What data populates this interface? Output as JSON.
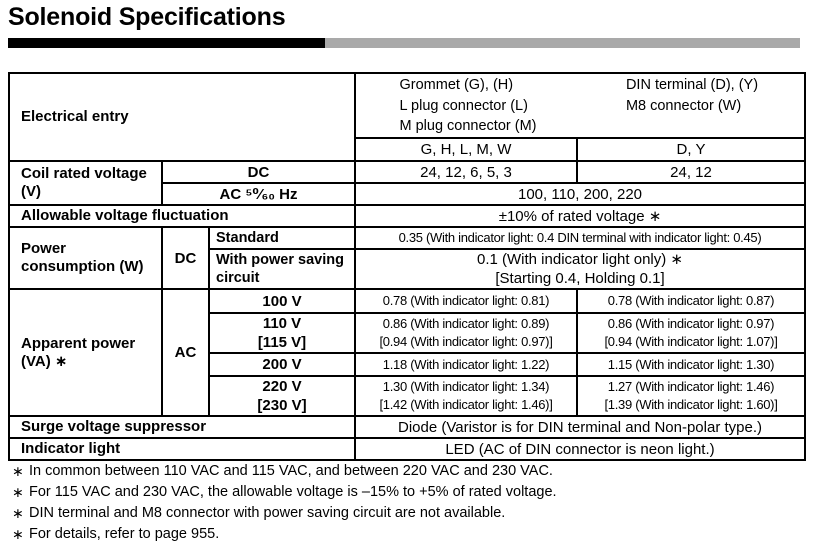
{
  "title": "Solenoid Specifications",
  "title_rule": {
    "black": "#000000",
    "gray": "#a9a9a9"
  },
  "table": {
    "electrical_entry": {
      "label": "Electrical entry",
      "group_a_lines": [
        "Grommet (G), (H)",
        "L plug connector (L)",
        "M plug connector (M)"
      ],
      "group_b_lines": [
        "DIN terminal (D), (Y)",
        "M8 connector (W)"
      ],
      "codes_a": "G, H, L, M, W",
      "codes_b": "D, Y"
    },
    "coil_rated_voltage": {
      "label": "Coil rated voltage (V)",
      "dc": {
        "label": "DC",
        "value_a": "24, 12, 6, 5, 3",
        "value_b": "24, 12"
      },
      "ac": {
        "label": "AC ⁵⁰⁄₆₀ Hz",
        "value": "100, 110, 200, 220"
      }
    },
    "allowable_voltage_fluctuation": {
      "label": "Allowable voltage fluctuation",
      "value": "±10% of rated voltage ∗"
    },
    "power_consumption": {
      "label": "Power consumption (W)",
      "group": "DC",
      "standard": {
        "label": "Standard",
        "value": "0.35 (With indicator light: 0.4 DIN terminal with indicator light: 0.45)"
      },
      "power_saving": {
        "label": "With power saving circuit",
        "value_lines": [
          "0.1 (With indicator light only) ∗",
          "[Starting 0.4, Holding 0.1]"
        ]
      }
    },
    "apparent_power": {
      "label": "Apparent power (VA) ∗",
      "group": "AC",
      "rows": [
        {
          "voltage_lines": [
            "100 V"
          ],
          "value_a_lines": [
            "0.78 (With indicator light: 0.81)"
          ],
          "value_b_lines": [
            "0.78 (With indicator light: 0.87)"
          ]
        },
        {
          "voltage_lines": [
            "110 V",
            "[115 V]"
          ],
          "value_a_lines": [
            "0.86 (With indicator light: 0.89)",
            "[0.94 (With indicator light: 0.97)]"
          ],
          "value_b_lines": [
            "0.86 (With indicator light: 0.97)",
            "[0.94 (With indicator light: 1.07)]"
          ]
        },
        {
          "voltage_lines": [
            "200 V"
          ],
          "value_a_lines": [
            "1.18 (With indicator light: 1.22)"
          ],
          "value_b_lines": [
            "1.15 (With indicator light: 1.30)"
          ]
        },
        {
          "voltage_lines": [
            "220 V",
            "[230 V]"
          ],
          "value_a_lines": [
            "1.30 (With indicator light: 1.34)",
            "[1.42 (With indicator light: 1.46)]"
          ],
          "value_b_lines": [
            "1.27 (With indicator light: 1.46)",
            "[1.39 (With indicator light: 1.60)]"
          ]
        }
      ]
    },
    "surge_voltage_suppressor": {
      "label": "Surge voltage suppressor",
      "value": "Diode (Varistor is for DIN terminal and Non-polar type.)"
    },
    "indicator_light": {
      "label": "Indicator light",
      "value": "LED (AC of DIN connector is neon light.)"
    }
  },
  "footnotes": [
    {
      "marker": "∗",
      "text": "In common between 110 VAC and 115 VAC, and between 220 VAC and 230 VAC."
    },
    {
      "marker": "∗",
      "text": "For 115 VAC and 230 VAC, the allowable voltage is –15% to +5% of rated voltage."
    },
    {
      "marker": "∗",
      "text": "DIN terminal and M8 connector with power saving circuit are not available."
    },
    {
      "marker": "∗",
      "text": "For details, refer to page 955."
    }
  ]
}
